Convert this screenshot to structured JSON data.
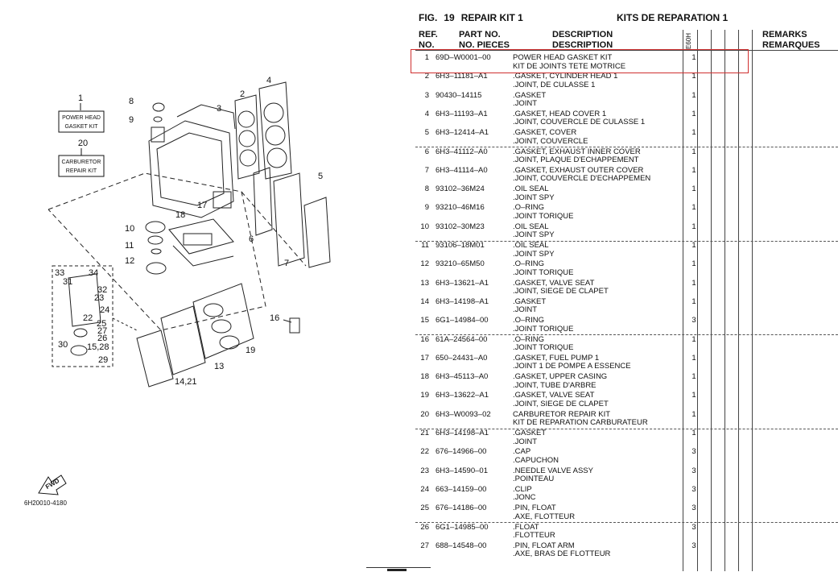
{
  "figure": {
    "label": "FIG.",
    "number": "19",
    "title": "REPAIR KIT 1",
    "title_fr": "KITS DE REPARATION 1"
  },
  "headers": {
    "ref": "REF.",
    "no": "NO.",
    "part_no": "PART NO.",
    "no_pieces": "NO. PIECES",
    "desc": "DESCRIPTION",
    "desc_fr": "DESCRIPTION",
    "model": "E60H",
    "remarks": "REMARKS",
    "remarques": "REMARQUES"
  },
  "rows": [
    {
      "ref": "1",
      "part": "69D–W0001–00",
      "en": "POWER HEAD GASKET KIT",
      "fr": "KIT DE JOINTS TETE MOTRICE",
      "qty": "1"
    },
    {
      "ref": "2",
      "part": "6H3–11181–A1",
      "en": ".GASKET, CYLINDER HEAD 1",
      "fr": ".JOINT, DE CULASSE 1",
      "qty": "1"
    },
    {
      "ref": "3",
      "part": "90430–14115",
      "en": ".GASKET",
      "fr": ".JOINT",
      "qty": "1"
    },
    {
      "ref": "4",
      "part": "6H3–11193–A1",
      "en": ".GASKET, HEAD COVER 1",
      "fr": ".JOINT, COUVERCLE DE CULASSE 1",
      "qty": "1"
    },
    {
      "ref": "5",
      "part": "6H3–12414–A1",
      "en": ".GASKET, COVER",
      "fr": ".JOINT, COUVERCLE",
      "qty": "1"
    },
    {
      "ref": "6",
      "part": "6H3–41112–A0",
      "en": ".GASKET, EXHAUST INNER COVER",
      "fr": ".JOINT, PLAQUE D'ECHAPPEMENT",
      "qty": "1"
    },
    {
      "ref": "7",
      "part": "6H3–41114–A0",
      "en": ".GASKET, EXHAUST OUTER COVER",
      "fr": ".JOINT, COUVERCLE D'ECHAPPEMEN",
      "qty": "1"
    },
    {
      "ref": "8",
      "part": "93102–36M24",
      "en": ".OIL SEAL",
      "fr": ".JOINT SPY",
      "qty": "1"
    },
    {
      "ref": "9",
      "part": "93210–46M16",
      "en": ".O–RING",
      "fr": ".JOINT TORIQUE",
      "qty": "1"
    },
    {
      "ref": "10",
      "part": "93102–30M23",
      "en": ".OIL SEAL",
      "fr": ".JOINT SPY",
      "qty": "1"
    },
    {
      "ref": "11",
      "part": "93106–18M01",
      "en": ".OIL SEAL",
      "fr": ".JOINT SPY",
      "qty": "1"
    },
    {
      "ref": "12",
      "part": "93210–65M50",
      "en": ".O–RING",
      "fr": ".JOINT TORIQUE",
      "qty": "1"
    },
    {
      "ref": "13",
      "part": "6H3–13621–A1",
      "en": ".GASKET, VALVE SEAT",
      "fr": ".JOINT, SIEGE DE CLAPET",
      "qty": "1"
    },
    {
      "ref": "14",
      "part": "6H3–14198–A1",
      "en": ".GASKET",
      "fr": ".JOINT",
      "qty": "1"
    },
    {
      "ref": "15",
      "part": "6G1–14984–00",
      "en": ".O–RING",
      "fr": ".JOINT TORIQUE",
      "qty": "3"
    },
    {
      "ref": "16",
      "part": "61A–24564–00",
      "en": ".O–RING",
      "fr": ".JOINT TORIQUE",
      "qty": "1"
    },
    {
      "ref": "17",
      "part": "650–24431–A0",
      "en": ".GASKET, FUEL PUMP 1",
      "fr": ".JOINT 1 DE POMPE A ESSENCE",
      "qty": "1"
    },
    {
      "ref": "18",
      "part": "6H3–45113–A0",
      "en": ".GASKET, UPPER CASING",
      "fr": ".JOINT, TUBE D'ARBRE",
      "qty": "1"
    },
    {
      "ref": "19",
      "part": "6H3–13622–A1",
      "en": ".GASKET, VALVE SEAT",
      "fr": ".JOINT, SIEGE DE CLAPET",
      "qty": "1"
    },
    {
      "ref": "20",
      "part": "6H3–W0093–02",
      "en": "CARBURETOR REPAIR KIT",
      "fr": "KIT DE REPARATION CARBURATEUR",
      "qty": "1"
    },
    {
      "ref": "21",
      "part": "6H3–14198–A1",
      "en": ".GASKET",
      "fr": ".JOINT",
      "qty": "1"
    },
    {
      "ref": "22",
      "part": "676–14966–00",
      "en": ".CAP",
      "fr": ".CAPUCHON",
      "qty": "3"
    },
    {
      "ref": "23",
      "part": "6H3–14590–01",
      "en": ".NEEDLE VALVE ASSY",
      "fr": ".POINTEAU",
      "qty": "3"
    },
    {
      "ref": "24",
      "part": "663–14159–00",
      "en": ".CLIP",
      "fr": ".JONC",
      "qty": "3"
    },
    {
      "ref": "25",
      "part": "676–14186–00",
      "en": ".PIN, FLOAT",
      "fr": ".AXE, FLOTTEUR",
      "qty": "3"
    },
    {
      "ref": "26",
      "part": "6G1–14985–00",
      "en": ".FLOAT",
      "fr": ".FLOTTEUR",
      "qty": "3"
    },
    {
      "ref": "27",
      "part": "688–14548–00",
      "en": ".PIN, FLOAT ARM",
      "fr": ".AXE, BRAS DE FLOTTEUR",
      "qty": "3"
    }
  ],
  "diagram": {
    "kit1": {
      "number": "1",
      "line1": "POWER HEAD",
      "line2": "GASKET KIT"
    },
    "kit20": {
      "number": "20",
      "line1": "CARBURETOR",
      "line2": "REPAIR KIT"
    },
    "callouts": [
      "8",
      "9",
      "3",
      "2",
      "4",
      "5",
      "6",
      "7",
      "17",
      "18",
      "10",
      "11",
      "12",
      "16",
      "19",
      "13",
      "14,21",
      "33",
      "34",
      "31",
      "32",
      "23",
      "24",
      "22",
      "25",
      "27",
      "26",
      "15,28",
      "30",
      "29"
    ],
    "fwd": "FWD",
    "code": "6H20010-4180"
  },
  "colors": {
    "highlight": "#d03030",
    "ink": "#111111"
  }
}
